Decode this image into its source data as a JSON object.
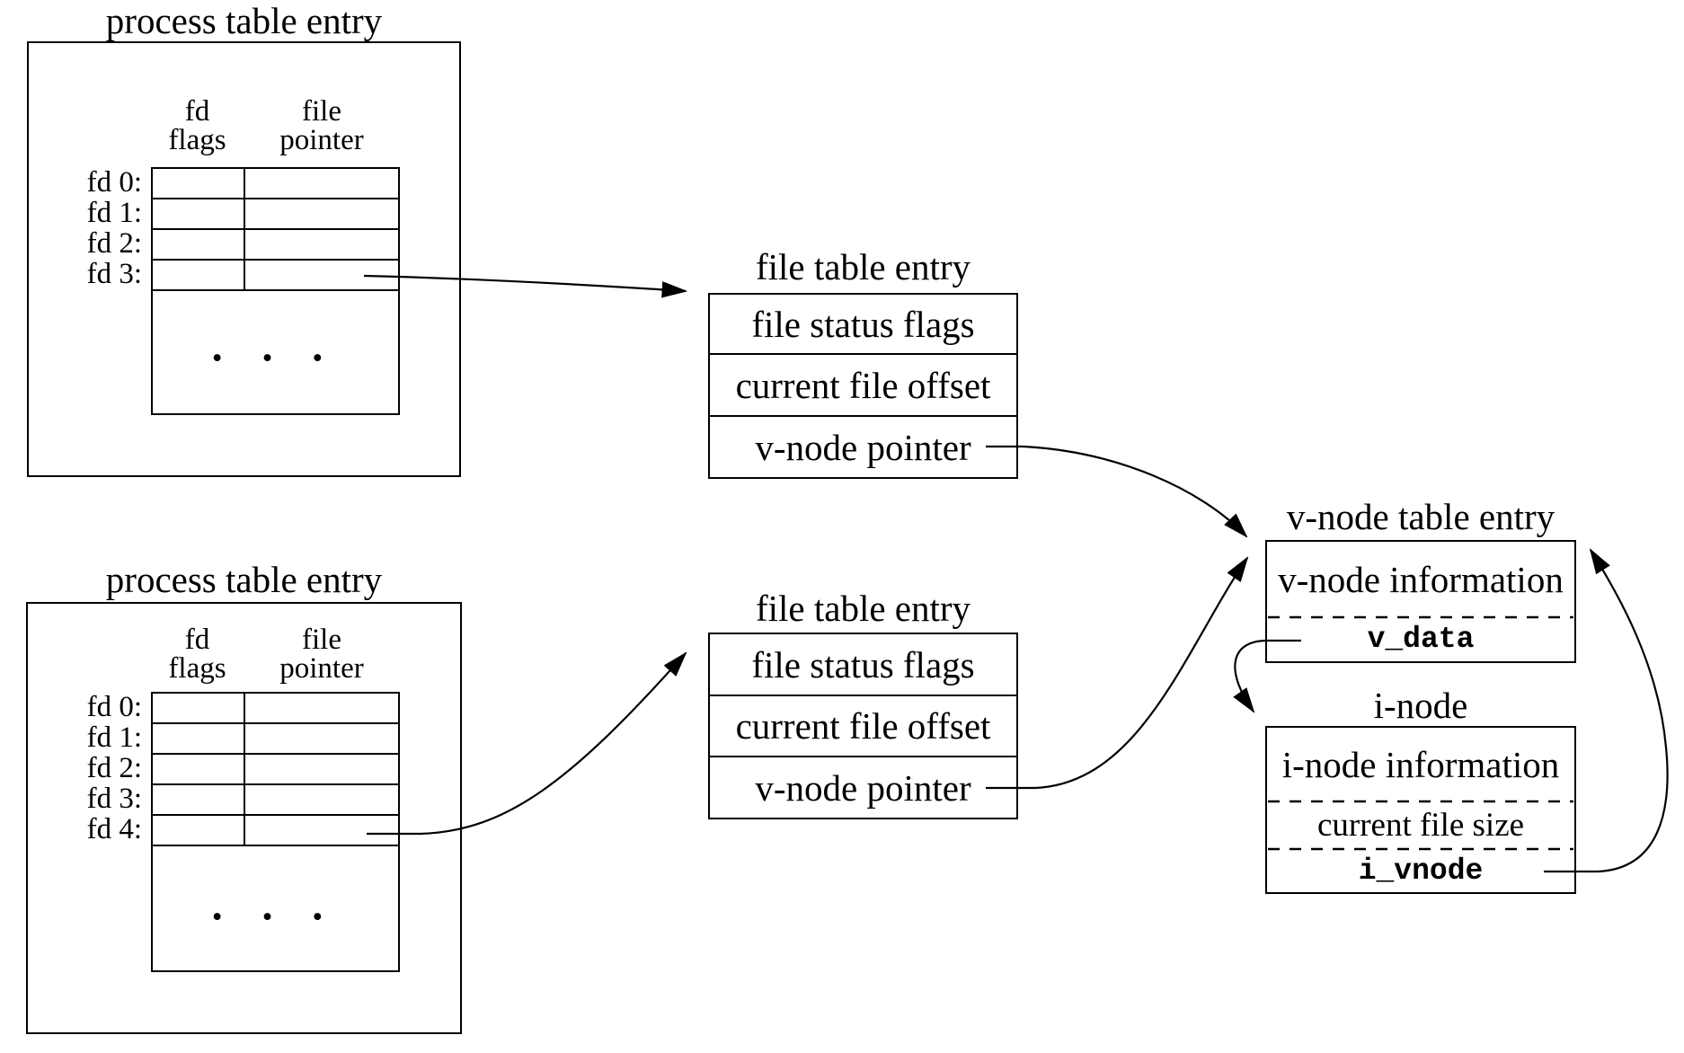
{
  "process_table_top": {
    "title": "process table entry",
    "header_col1_line1": "fd",
    "header_col1_line2": "flags",
    "header_col2_line1": "file",
    "header_col2_line2": "pointer",
    "fd_labels": [
      "fd 0:",
      "fd 1:",
      "fd 2:",
      "fd 3:"
    ],
    "ellipsis": "• • •"
  },
  "process_table_bottom": {
    "title": "process table entry",
    "header_col1_line1": "fd",
    "header_col1_line2": "flags",
    "header_col2_line1": "file",
    "header_col2_line2": "pointer",
    "fd_labels": [
      "fd 0:",
      "fd 1:",
      "fd 2:",
      "fd 3:",
      "fd 4:"
    ],
    "ellipsis": "• • •"
  },
  "file_table_top": {
    "title": "file table entry",
    "rows": [
      "file status flags",
      "current file offset",
      "v-node pointer"
    ]
  },
  "file_table_bottom": {
    "title": "file table entry",
    "rows": [
      "file status flags",
      "current file offset",
      "v-node pointer"
    ]
  },
  "vnode_table": {
    "title": "v-node table entry",
    "row_info": "v-node information",
    "row_vdata": "v_data"
  },
  "inode": {
    "title": "i-node",
    "row_info": "i-node information",
    "row_size": "current file size",
    "row_ivnode": "i_vnode"
  },
  "colors": {
    "line": "#000000",
    "background": "#ffffff"
  }
}
